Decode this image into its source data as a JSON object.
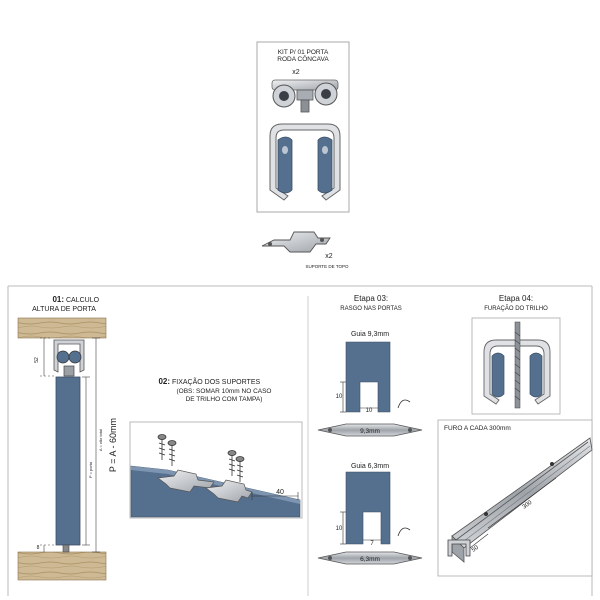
{
  "kit": {
    "title_line1": "KIT P/ 01 PORTA",
    "title_line2": "RODA CÔNCAVA",
    "qty_wheel": "x2",
    "qty_support": "x2",
    "support_label": "SUPORTE DE TOPO"
  },
  "step1": {
    "num": "01:",
    "title_line1": "CALCULO",
    "title_line2": "ALTURA DE PORTA",
    "formula": "P = A - 60mm",
    "dim_top": "52",
    "dim_bottom": "8",
    "label_vao": "A = vão total",
    "label_porta": "P = porta"
  },
  "step2": {
    "num": "02:",
    "title_line1": "FIXAÇÃO DOS SUPORTES",
    "title_line2": "(OBS: SOMAR 10mm NO CASO",
    "title_line3": "DE TRILHO COM TAMPA)",
    "dim": "40"
  },
  "step3": {
    "title": "Etapa 03:",
    "subtitle": "RASGO NAS PORTAS",
    "guide1": "Guia 9,3mm",
    "guide1_h": "10",
    "guide1_w": "10",
    "guide1_bar": "9,3mm",
    "guide2": "Guia 6,3mm",
    "guide2_h": "10",
    "guide2_w": "7",
    "guide2_bar": "6,3mm"
  },
  "step4": {
    "title": "Etapa 04:",
    "subtitle": "FURAÇÃO DO TRILHO",
    "note": "FURO A CADA 300mm",
    "dim_long": "300",
    "dim_short": "50"
  },
  "colors": {
    "door_blue": "#55708f",
    "wood": "#c9b48c",
    "line": "#444444",
    "metal": "#b9bcc1"
  }
}
